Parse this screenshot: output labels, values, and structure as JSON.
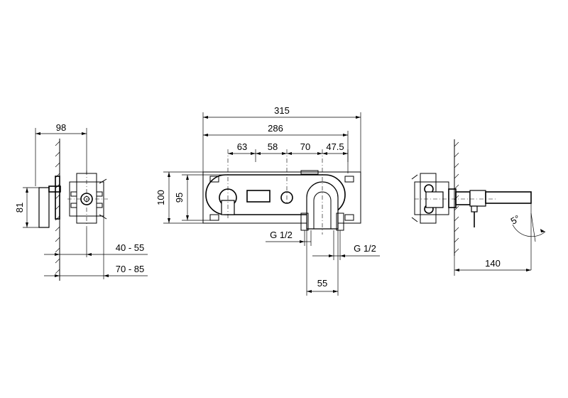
{
  "dimensions": {
    "left_width": "98",
    "left_height": "81",
    "left_depth_a": "40 - 55",
    "left_depth_b": "70 - 85",
    "overall_width": "315",
    "plate_width": "286",
    "spacing_63": "63",
    "spacing_58": "58",
    "spacing_70": "70",
    "spacing_47": "47.5",
    "front_height_100": "100",
    "front_height_95": "95",
    "thread_left": "G 1/2",
    "thread_right": "G 1/2",
    "spout_width": "55",
    "spout_projection": "140",
    "spout_angle": "5°"
  }
}
